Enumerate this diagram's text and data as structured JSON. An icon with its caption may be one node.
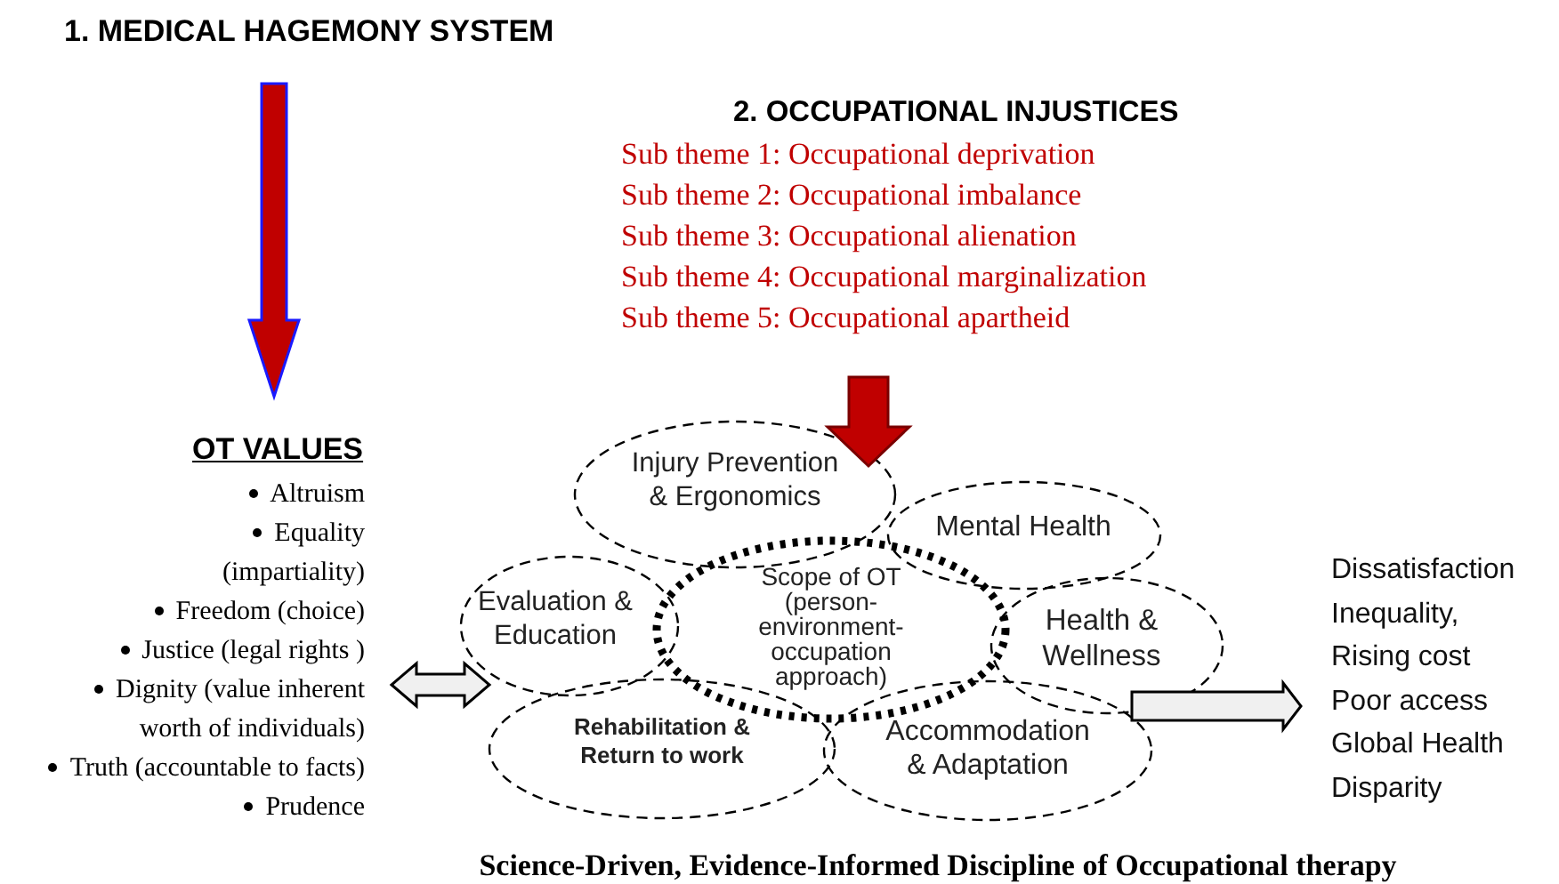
{
  "diagram": {
    "caption": "Science-Driven, Evidence-Informed Discipline of Occupational therapy",
    "nodes": [
      {
        "text": [
          "1. MEDICAL HAGEMONY SYSTEM"
        ]
      },
      {
        "text": [
          "OT VALUES",
          "Altruism",
          "Equality (impartiality)",
          "Freedom (choice)",
          "Justice (legal rights )",
          "Dignity (value inherent worth of individuals)",
          "Truth (accountable to facts)",
          "Prudence"
        ]
      },
      {
        "text": [
          "2. OCCUPATIONAL INJUSTICES",
          "Sub theme 1: Occupational deprivation",
          "Sub theme 2: Occupational imbalance",
          "Sub theme 3: Occupational alienation",
          "Sub theme 4: Occupational marginalization",
          "Sub theme 5: Occupational apartheid"
        ]
      },
      {
        "text": [
          "Injury Prevention & Ergonomics"
        ]
      },
      {
        "text": [
          "Mental Health"
        ]
      },
      {
        "text": [
          "Evaluation & Education"
        ]
      },
      {
        "text": [
          "Scope of OT (person-environment-occupation approach)"
        ]
      },
      {
        "text": [
          "Health & Wellness"
        ]
      },
      {
        "text": [
          "Rehabilitation & Return to work"
        ]
      },
      {
        "text": [
          "Accommodation & Adaptation"
        ]
      },
      {
        "text": [
          "Dissatisfaction",
          "Inequality,",
          "Rising cost",
          "Poor access",
          "Global Health Disparity"
        ]
      }
    ],
    "edges": [
      {
        "from": 0,
        "to": 1,
        "arrow": "to",
        "style": "thick",
        "color": "#c00000"
      },
      {
        "from": 2,
        "to": 3,
        "arrow": "to",
        "style": "thick",
        "color": "#c00000"
      },
      {
        "from": 1,
        "to": 5,
        "arrow": "both",
        "style": "thick"
      },
      {
        "from": 9,
        "to": 10,
        "arrow": "to",
        "style": "thick"
      }
    ]
  }
}
